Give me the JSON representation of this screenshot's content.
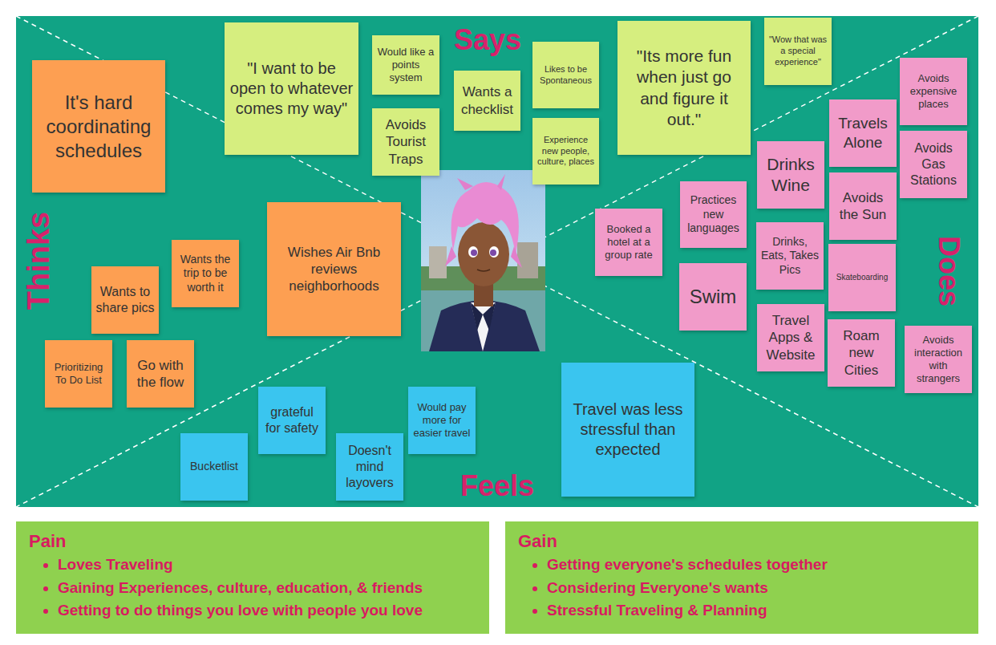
{
  "diagram": {
    "nodes": [
      {
        "text": [
          "It's hard coordinating schedules"
        ]
      },
      {
        "text": [
          "\"I want to be open to whatever comes my way\""
        ]
      },
      {
        "text": [
          "Would like a points system"
        ]
      },
      {
        "text": [
          "Avoids Tourist Traps"
        ]
      },
      {
        "text": [
          "Wants a checklist"
        ]
      },
      {
        "text": [
          "Likes to be Spontaneous"
        ]
      },
      {
        "text": [
          "Experience new people, culture, places"
        ]
      },
      {
        "text": [
          "\"Its more fun when just go and figure it out.\""
        ]
      },
      {
        "text": [
          "\"Wow that was a special experience\""
        ]
      },
      {
        "text": [
          "Avoids expensive places"
        ]
      },
      {
        "text": [
          "Travels Alone"
        ]
      },
      {
        "text": [
          "Avoids Gas Stations"
        ]
      },
      {
        "text": [
          "Drinks Wine"
        ]
      },
      {
        "text": [
          "Avoids the Sun"
        ]
      },
      {
        "text": [
          "Practices new languages"
        ]
      },
      {
        "text": [
          "Booked a hotel at a group rate"
        ]
      },
      {
        "text": [
          "Drinks, Eats, Takes Pics"
        ]
      },
      {
        "text": [
          "Skateboarding"
        ]
      },
      {
        "text": [
          "Swim"
        ]
      },
      {
        "text": [
          "Travel Apps & Website"
        ]
      },
      {
        "text": [
          "Roam new Cities"
        ]
      },
      {
        "text": [
          "Avoids interaction with strangers"
        ]
      },
      {
        "text": [
          "Wishes Air Bnb reviews neighborhoods"
        ]
      },
      {
        "text": [
          "Wants the trip to be worth it"
        ]
      },
      {
        "text": [
          "Wants to share pics"
        ]
      },
      {
        "text": [
          "Prioritizing To Do List"
        ]
      },
      {
        "text": [
          "Go with the flow"
        ]
      },
      {
        "text": [
          "grateful for safety"
        ]
      },
      {
        "text": [
          "Would pay more for easier travel"
        ]
      },
      {
        "text": [
          "Travel was less stressful than expected"
        ]
      },
      {
        "text": [
          "Bucketlist"
        ]
      },
      {
        "text": [
          "Doesn't mind layovers"
        ]
      },
      {
        "text": [
          "Pain",
          "Loves Traveling",
          "Gaining Experiences, culture, education, & friends",
          "Getting to do things you love with people you love"
        ]
      },
      {
        "text": [
          "Gain",
          "Getting everyone's schedules together",
          "Considering Everyone's wants",
          "Stressful Traveling & Planning"
        ]
      }
    ],
    "labels": [
      "Says",
      "Thinks",
      "Does",
      "Feels"
    ]
  }
}
